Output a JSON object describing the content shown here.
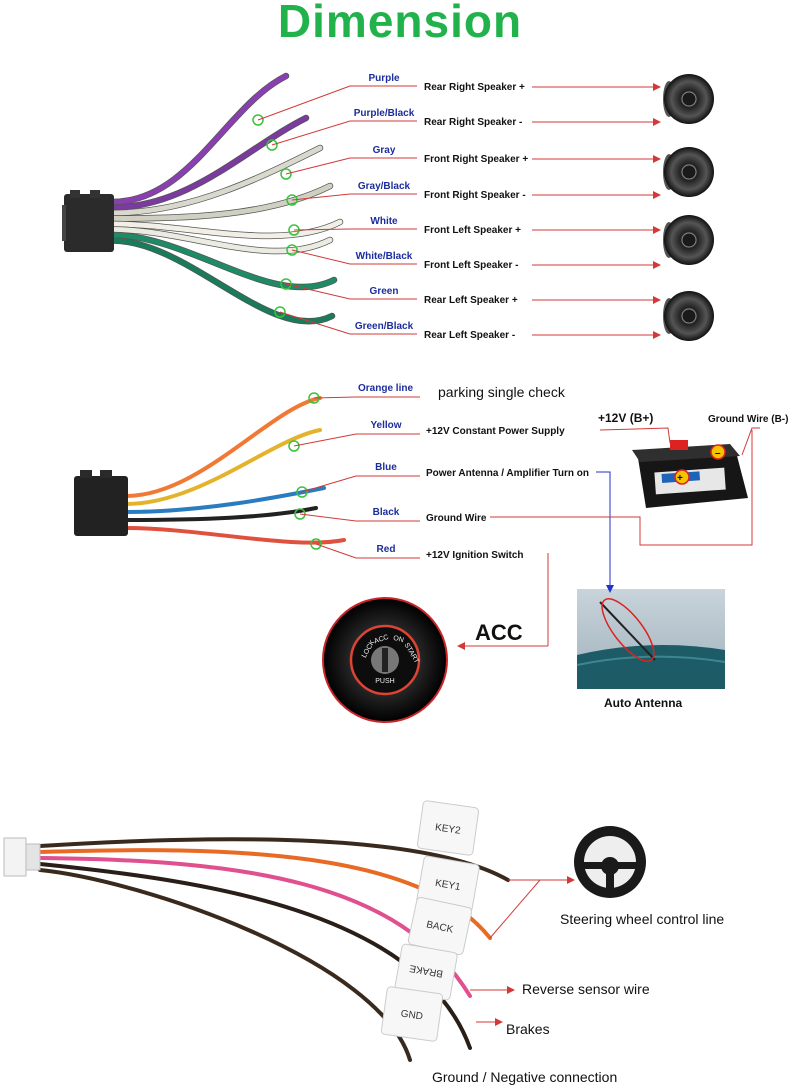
{
  "title": "Dimension",
  "speaker_harness": [
    {
      "wire": "Purple",
      "function": "Rear Right Speaker +",
      "color": "#8a3fb0"
    },
    {
      "wire": "Purple/Black",
      "function": "Rear Right Speaker -",
      "color": "#7a3a9e"
    },
    {
      "wire": "Gray",
      "function": "Front Right Speaker +",
      "color": "#d8d8cc"
    },
    {
      "wire": "Gray/Black",
      "function": "Front Right Speaker -",
      "color": "#cfcfc2"
    },
    {
      "wire": "White",
      "function": "Front Left Speaker +",
      "color": "#f1efe6"
    },
    {
      "wire": "White/Black",
      "function": "Front Left Speaker -",
      "color": "#ecebe1"
    },
    {
      "wire": "Green",
      "function": "Rear Left Speaker +",
      "color": "#1e8a66"
    },
    {
      "wire": "Green/Black",
      "function": "Rear Left Speaker -",
      "color": "#1a7a5c"
    }
  ],
  "power_harness": [
    {
      "wire": "Orange line",
      "function": "parking single check",
      "color": "#f07a35"
    },
    {
      "wire": "Yellow",
      "function": "+12V Constant Power Supply",
      "color": "#e5b32b"
    },
    {
      "wire": "Blue",
      "function": "Power Antenna / Amplifier Turn on",
      "color": "#2a7cc0"
    },
    {
      "wire": "Black",
      "function": "Ground Wire",
      "color": "#222222"
    },
    {
      "wire": "Red",
      "function": "+12V  Ignition Switch",
      "color": "#e0503f"
    }
  ],
  "battery": {
    "positive_label": "+12V  (B+)",
    "negative_label": "Ground Wire (B-)"
  },
  "acc_label": "ACC",
  "ignition_marks": [
    "LOCK",
    "ACC",
    "ON",
    "START",
    "PUSH"
  ],
  "antenna_label": "Auto Antenna",
  "aux_harness": {
    "tags": [
      "KEY2",
      "KEY1",
      "BACK",
      "BRAKE",
      "GND"
    ],
    "wire_colors": [
      "#3a2a1e",
      "#e86a24",
      "#e0508e",
      "#2a1e18",
      "#3a2a1e"
    ],
    "callouts": [
      {
        "text": "Steering wheel control line"
      },
      {
        "text": "Reverse sensor wire"
      },
      {
        "text": "Brakes"
      },
      {
        "text": "Ground / Negative connection"
      }
    ]
  },
  "colors": {
    "title": "#22b24c",
    "wire_label": "#1c2d9c",
    "pointer": "#d23a3a",
    "marker": "#38c43a"
  }
}
